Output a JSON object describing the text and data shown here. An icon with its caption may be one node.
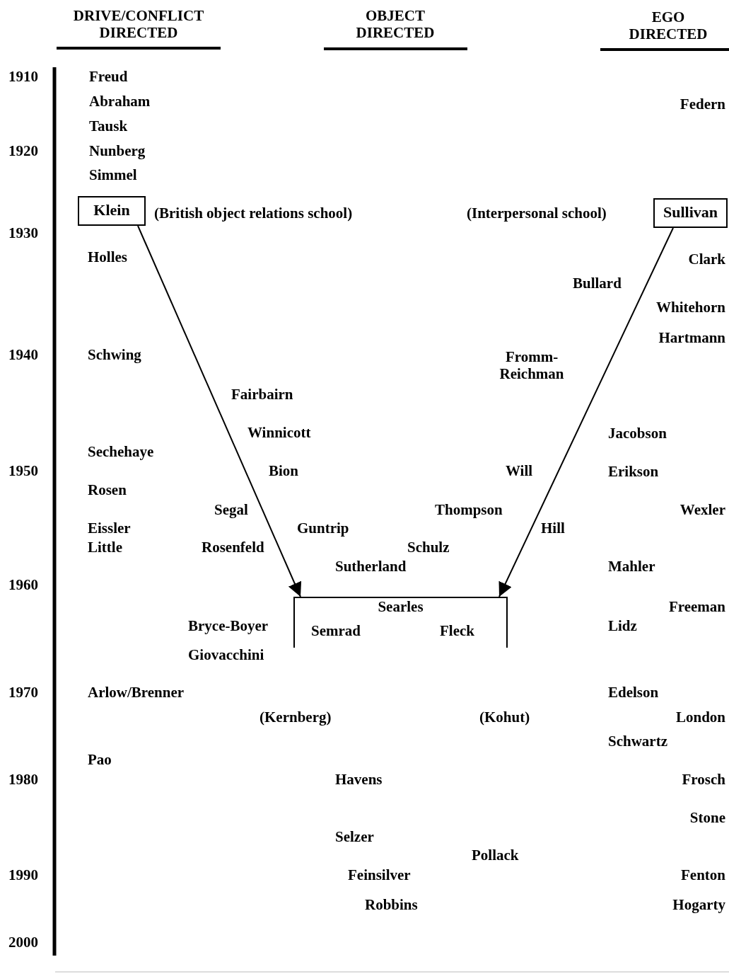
{
  "diagram": {
    "nodes": [
      {
        "text": [
          "Klein"
        ]
      },
      {
        "text": [
          "Sullivan"
        ]
      },
      {
        "text": [
          "Searles",
          "Semrad",
          "Fleck"
        ]
      }
    ],
    "edges": [
      {
        "from": 0,
        "to": 2,
        "arrow": "to"
      },
      {
        "from": 1,
        "to": 2,
        "arrow": "to"
      }
    ],
    "labels": [
      "DRIVE/CONFLICT DIRECTED",
      "OBJECT DIRECTED",
      "EGO DIRECTED",
      "1910",
      "Freud",
      "Abraham",
      "Federn",
      "Tausk",
      "1920",
      "Nunberg",
      "Simmel",
      "(British object relations school)",
      "(Interpersonal school)",
      "1930",
      "Holles",
      "Clark",
      "Bullard",
      "Whitehorn",
      "Hartmann",
      "1940",
      "Schwing",
      "Fromm- Reichman",
      "Fairbairn",
      "Winnicott",
      "Jacobson",
      "Sechehaye",
      "1950",
      "Bion",
      "Will",
      "Erikson",
      "Rosen",
      "Segal",
      "Thompson",
      "Wexler",
      "Eissler",
      "Guntrip",
      "Hill",
      "Little",
      "Rosenfeld",
      "Schulz",
      "Sutherland",
      "Mahler",
      "1960",
      "Freeman",
      "Bryce-Boyer",
      "Lidz",
      "Giovacchini",
      "1970",
      "Arlow/Brenner",
      "Edelson",
      "(Kernberg)",
      "(Kohut)",
      "London",
      "Schwartz",
      "Pao",
      "1980",
      "Havens",
      "Frosch",
      "Stone",
      "Selzer",
      "Pollack",
      "1990",
      "Feinsilver",
      "Fenton",
      "Robbins",
      "Hogarty",
      "2000"
    ]
  }
}
